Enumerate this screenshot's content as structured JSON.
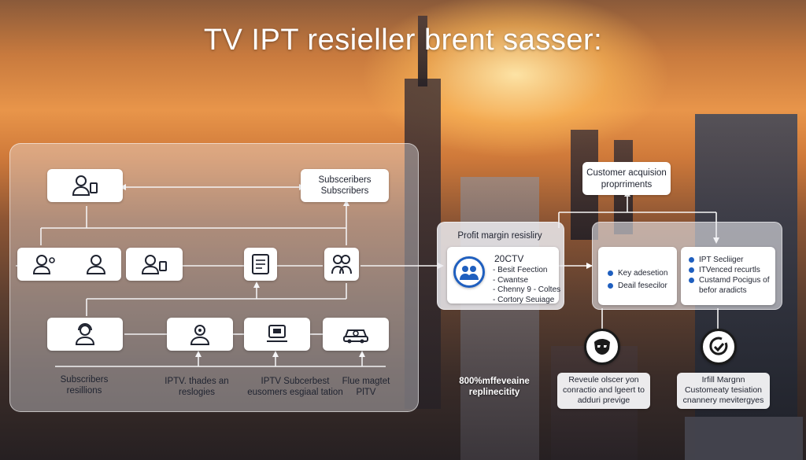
{
  "title": "TV IPT resieller brent sasser:",
  "left_panel": {
    "subscribers_box": {
      "line1": "Subsceribers",
      "line2": "Subscribers"
    },
    "bottom_labels": {
      "a": {
        "line1": "Subscribers",
        "line2": "resillions"
      },
      "b": {
        "line1": "IPTV. thades an",
        "line2": "reslogies"
      },
      "c": {
        "line1": "IPTV Subcerbest",
        "line2": "eusomers esgiaal tation"
      },
      "d": {
        "line1": "Flue magtet",
        "line2": "PlTV"
      }
    }
  },
  "middle": {
    "heading": "Profit margin resisliry",
    "card": {
      "title": "20CTV",
      "items": [
        "- Besit Feection",
        "- Cwantse",
        "- Chenny 9 - Coltes",
        "- Cortory Seuiage"
      ]
    },
    "caption": {
      "line1": "800%mffeveaine",
      "line2": "replinecitity"
    }
  },
  "right": {
    "acquisition": {
      "line1": "Customer acquision",
      "line2": "proprriments"
    },
    "key_card": {
      "items": [
        "Key adesetion",
        "Deail fesecilor"
      ]
    },
    "ipt_card": {
      "items": [
        "IPT Secliiger",
        "ITVenced recurtls",
        "Custamd Pocigus of"
      ],
      "extra": "befor aradicts"
    },
    "revenue": {
      "line1": "Reveule olscer yon",
      "line2": "conractio and lgeert to",
      "line3": "adduri previge"
    },
    "margin": {
      "line1": "Irfill Margnn",
      "line2": "Customeaty tesiation",
      "line3": "cnannery mevitergyes"
    }
  },
  "colors": {
    "accent": "#1f5fbf",
    "panel": "#ebebf0",
    "node": "#ffffff",
    "text": "#1f2330"
  },
  "icons": [
    "user-device-icon",
    "users-icon",
    "user-icon",
    "document-icon",
    "group-icon",
    "headset-user-icon",
    "support-agent-icon",
    "monitor-icon",
    "car-icon",
    "team-circle-icon",
    "mask-icon",
    "check-circle-icon"
  ]
}
